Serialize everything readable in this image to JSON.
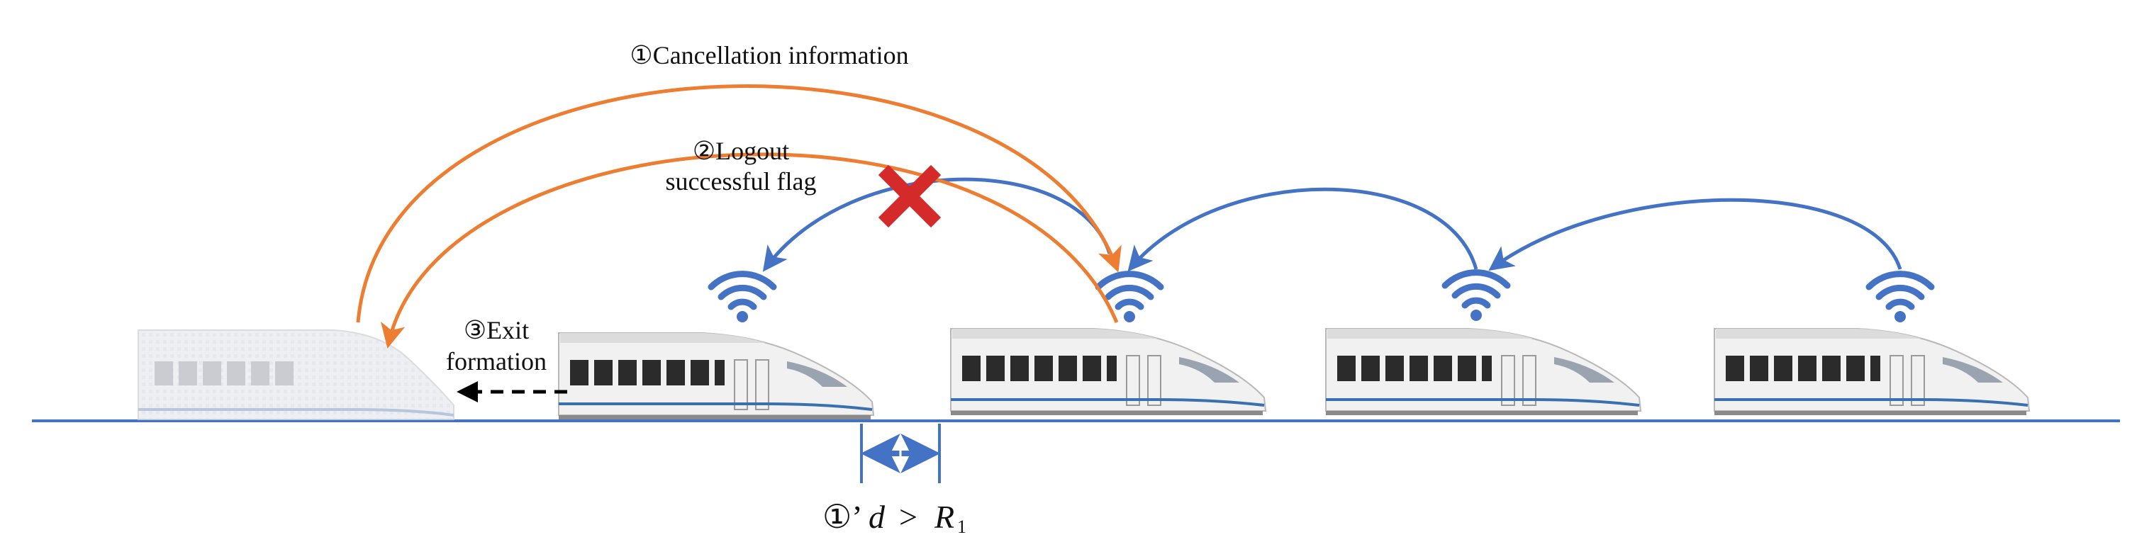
{
  "labels": {
    "cancellation": "①Cancellation information",
    "logout_line1": "②Logout",
    "logout_line2": "successful flag",
    "exit_line1": "③Exit",
    "exit_line2": "formation",
    "distance_prefix": "①’",
    "distance_var": "d",
    "distance_op": ">",
    "distance_rhs": "R",
    "distance_sub": "1"
  },
  "colors": {
    "track": "#4472c4",
    "blue_arrow": "#4472c4",
    "orange_arrow": "#ed7d31",
    "cross": "#d42a2a",
    "wifi": "#4472c4",
    "train_body": "#f1f1f1",
    "train_window": "#2b2b2b",
    "train_stripe": "#3a6fb0"
  },
  "icons": {
    "wifi": "wifi-icon",
    "cross": "cross-icon",
    "train": "high-speed-train"
  }
}
